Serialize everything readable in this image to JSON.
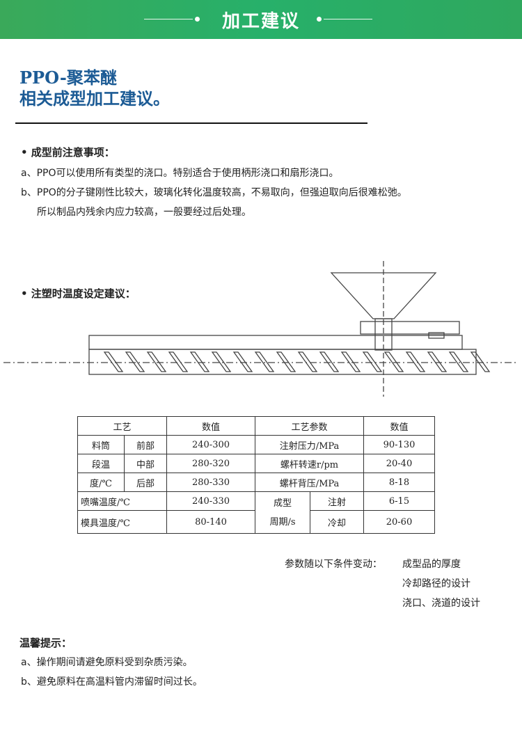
{
  "banner": {
    "title": "加工建议"
  },
  "heading": {
    "line1": "PPO-聚苯醚",
    "line2": "相关成型加工建议。"
  },
  "section1": {
    "title": "• 成型前注意事项：",
    "a": "a、PPO可以使用所有类型的浇口。特别适合于使用柄形浇口和扇形浇口。",
    "b": "b、PPO的分子键刚性比较大，玻璃化转化温度较高，不易取向，但强迫取向后很难松弛。",
    "b2": "所以制品内残余内应力较高，一般要经过后处理。"
  },
  "section2": {
    "title": "• 注塑时温度设定建议："
  },
  "table": {
    "headers": [
      "工艺",
      "数值",
      "工艺参数",
      "数值"
    ],
    "r1": [
      "料筒",
      "前部",
      "240-300",
      "注射压力/MPa",
      "90-130"
    ],
    "r2": [
      "段温",
      "中部",
      "280-320",
      "螺杆转速r/pm",
      "20-40"
    ],
    "r3": [
      "度/℃",
      "后部",
      "280-330",
      "螺杆背压/MPa",
      "8-18"
    ],
    "r4": [
      "喷嘴温度/℃",
      "240-330",
      "成型",
      "注射",
      "6-15"
    ],
    "r5": [
      "模具温度/℃",
      "80-140",
      "周期/s",
      "冷却",
      "20-60"
    ]
  },
  "conditions": {
    "label": "参数随以下条件变动：",
    "items": [
      "成型品的厚度",
      "冷却路径的设计",
      "浇口、浇道的设计"
    ]
  },
  "tips": {
    "title": "温馨提示：",
    "a": "a、操作期间请避免原料受到杂质污染。",
    "b": "b、避免原料在高温料管内滞留时间过长。"
  }
}
